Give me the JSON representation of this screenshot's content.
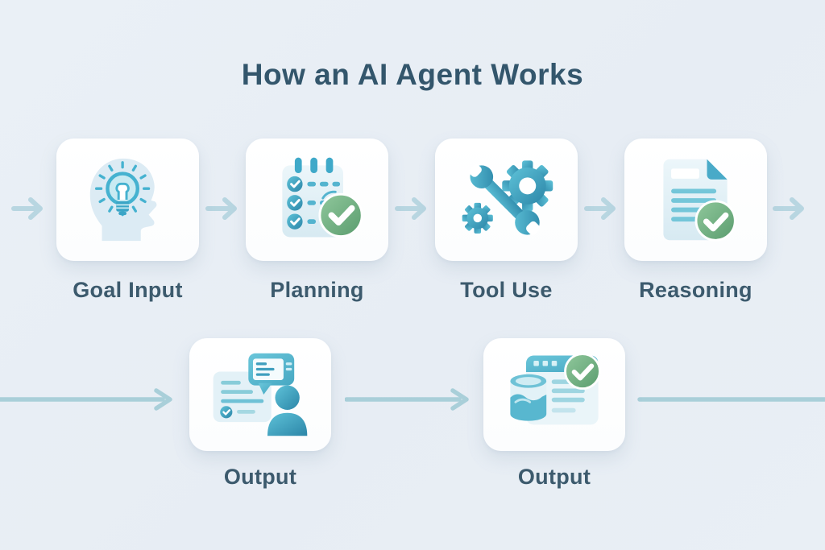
{
  "header": {
    "title": "How an AI Agent Works"
  },
  "steps": [
    {
      "label": "Goal Input",
      "icon": "head-lightbulb-icon",
      "row": 1
    },
    {
      "label": "Planning",
      "icon": "checklist-check-icon",
      "row": 1
    },
    {
      "label": "Tool Use",
      "icon": "wrench-gears-icon",
      "row": 1
    },
    {
      "label": "Reasoning",
      "icon": "document-check-icon",
      "row": 1
    },
    {
      "label": "Output",
      "icon": "person-chat-check-icon",
      "row": 2
    },
    {
      "label": "Output",
      "icon": "browser-database-check-icon",
      "row": 2
    }
  ],
  "flow": {
    "arrow_style": "right-arrow",
    "top_row_arrow_count": 5,
    "bottom_row_connector_count": 3
  },
  "colors": {
    "background": "#e8eef5",
    "card": "#ffffff",
    "title_text": "#33566c",
    "label_text": "#3c5a6d",
    "accent_teal": "#47b0cd",
    "accent_teal_dark": "#2c86a8",
    "accent_pale": "#dcebf4",
    "success_green": "#6aa97c",
    "arrow_top": "#b8d6e1",
    "arrow_bottom": "#a9cfd9"
  }
}
